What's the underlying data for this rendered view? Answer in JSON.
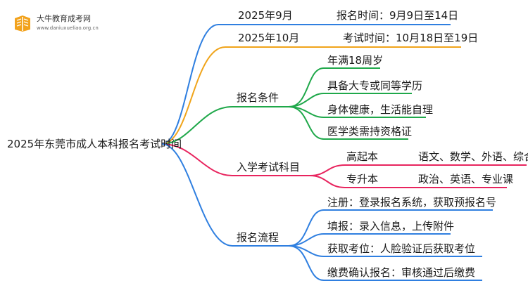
{
  "logo": {
    "title": "大牛教育成考网",
    "url": "www.daniuxueliao.org.cn"
  },
  "root": "2025年东莞市成人本科报名考试时间",
  "branches": {
    "sep": {
      "label": "2025年9月",
      "detail": "报名时间：9月9日至14日"
    },
    "oct": {
      "label": "2025年10月",
      "detail": "考试时间：10月18日至19日"
    },
    "conditions": {
      "label": "报名条件",
      "items": [
        "年满18周岁",
        "具备大专或同等学历",
        "身体健康，生活能自理",
        "医学类需持资格证"
      ]
    },
    "subjects": {
      "label": "入学考试科目",
      "items": [
        {
          "level": "高起本",
          "subjects": "语文、数学、外语、综合"
        },
        {
          "level": "专升本",
          "subjects": "政治、英语、专业课"
        }
      ]
    },
    "process": {
      "label": "报名流程",
      "items": [
        "注册：登录报名系统，获取预报名号",
        "填报：录入信息，上传附件",
        "获取考位：人脸验证后获取考位",
        "缴费确认报名：审核通过后缴费"
      ]
    }
  },
  "colors": {
    "sep": "#2f7fe0",
    "oct": "#f0a41a",
    "conditions": "#1fa84a",
    "subjects": "#e8245e",
    "process": "#2f7fe0"
  }
}
